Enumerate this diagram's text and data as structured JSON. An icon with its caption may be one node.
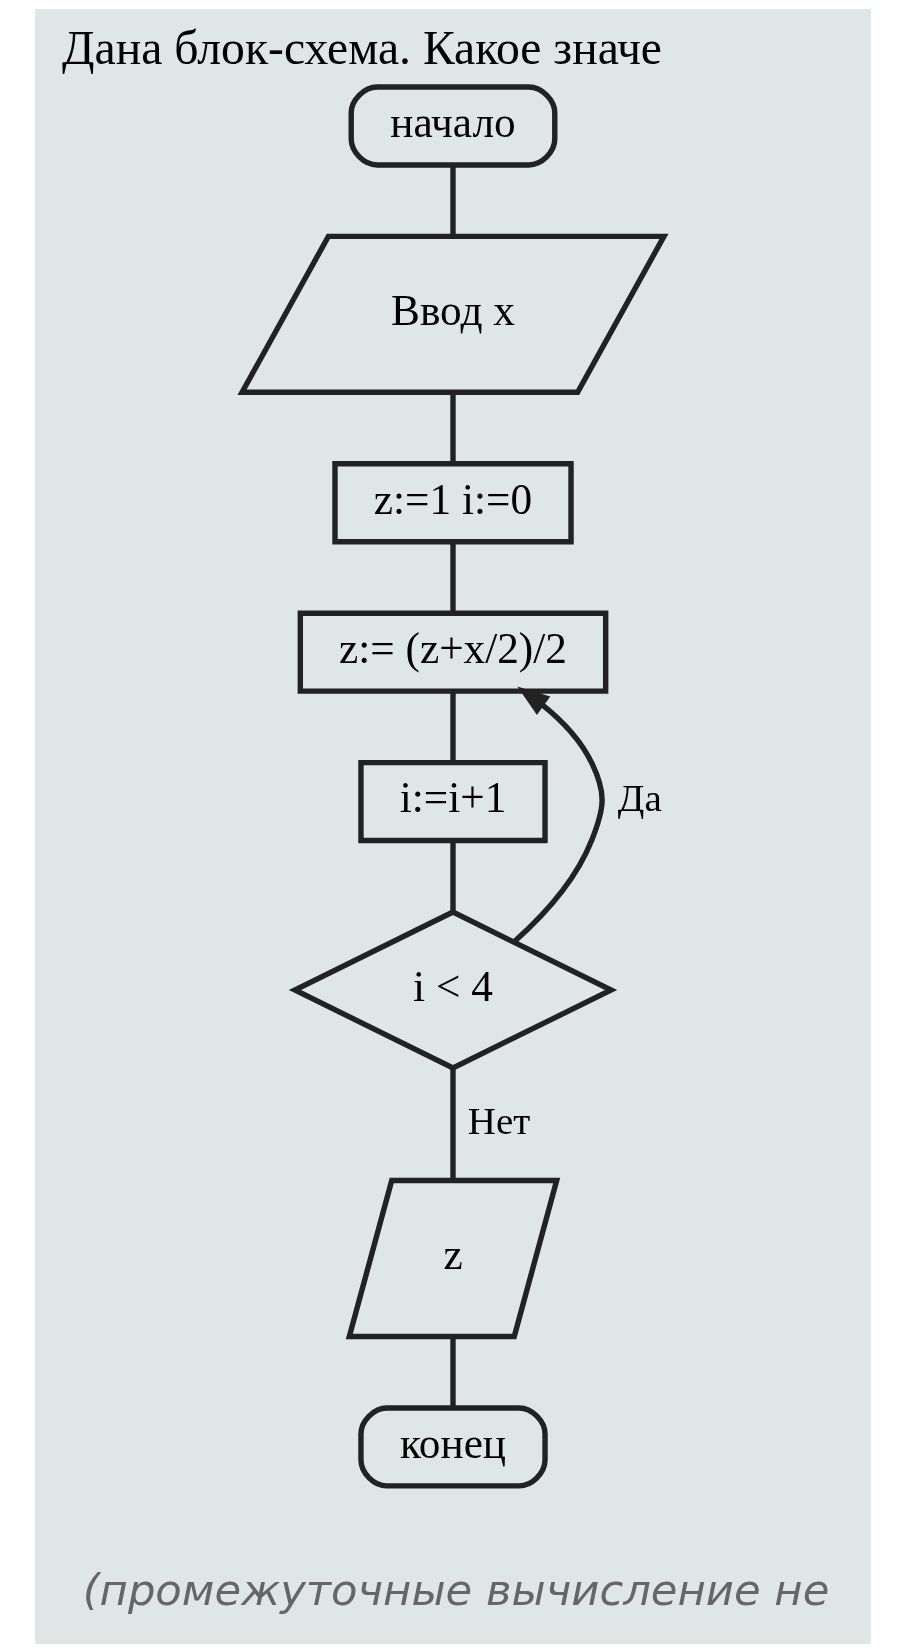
{
  "diagram": {
    "title": "Дана блок-схема. Какое значе",
    "nodes": [
      {
        "text": [
          "начало"
        ]
      },
      {
        "text": [
          "Ввод x"
        ]
      },
      {
        "text": [
          "z:=1 i:=0"
        ]
      },
      {
        "text": [
          "z:= (z+x/2)/2"
        ]
      },
      {
        "text": [
          "i:=i+1"
        ]
      },
      {
        "text": [
          "i < 4"
        ]
      },
      {
        "text": [
          "z"
        ]
      },
      {
        "text": [
          "конец"
        ]
      }
    ],
    "edges": [
      {
        "from": 0,
        "to": 1,
        "arrow": "none"
      },
      {
        "from": 1,
        "to": 2,
        "arrow": "none"
      },
      {
        "from": 2,
        "to": 3,
        "arrow": "none"
      },
      {
        "from": 3,
        "to": 4,
        "arrow": "none"
      },
      {
        "from": 4,
        "to": 5,
        "arrow": "none"
      },
      {
        "from": 5,
        "to": 3,
        "arrow": "to",
        "label": "Да"
      },
      {
        "from": 5,
        "to": 6,
        "arrow": "none",
        "label": "Нет"
      },
      {
        "from": 6,
        "to": 7,
        "arrow": "none"
      }
    ],
    "labels": [
      "(промежуточные вычисление не"
    ]
  }
}
